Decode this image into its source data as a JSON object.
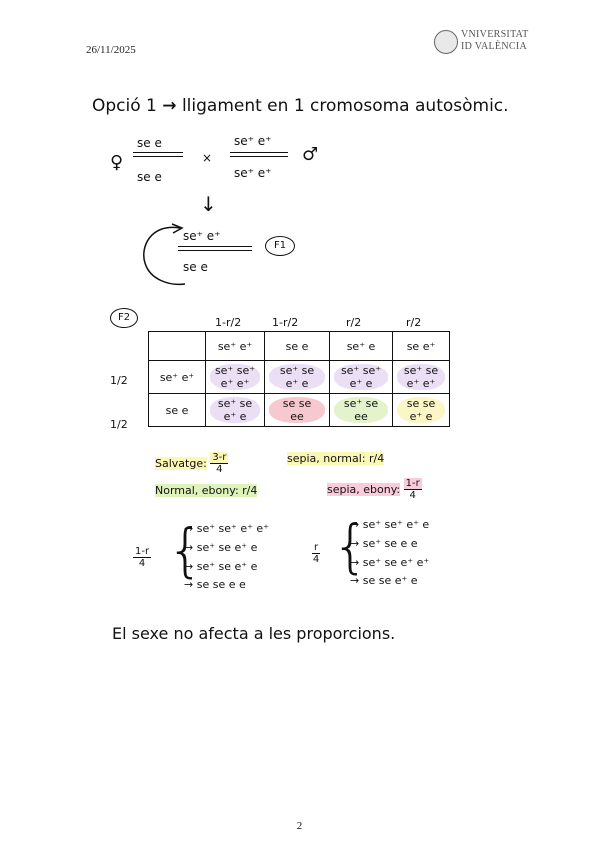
{
  "header": {
    "date": "26/11/2025",
    "logo_line1": "VNIVERSITAT",
    "logo_line2": "ID VALÈNCIA"
  },
  "footer": {
    "page_number": "2"
  },
  "title": {
    "text": "Opció 1",
    "arrow": "→",
    "rest": "lligament en 1 cromosoma autosòmic."
  },
  "cross": {
    "female_symbol": "♀",
    "male_symbol": "♂",
    "times": "×",
    "female_top": "se  e",
    "female_bottom": "se  e",
    "male_top": "se⁺  e⁺",
    "male_bottom": "se⁺  e⁺",
    "down_arrow": "↓"
  },
  "f1": {
    "top": "se⁺    e⁺",
    "bottom": "se      e",
    "label": "F1"
  },
  "f2": {
    "label": "F2",
    "col_headers": [
      "1-r/2",
      "1-r/2",
      "r/2",
      "r/2"
    ],
    "gametes_top": [
      "se⁺ e⁺",
      "se  e",
      "se⁺ e",
      "se e⁺"
    ],
    "rows": [
      {
        "freq": "1/2",
        "gamete": "se⁺ e⁺",
        "cells": [
          [
            "se⁺ se⁺",
            "e⁺  e⁺"
          ],
          [
            "se⁺  se",
            "e⁺  e"
          ],
          [
            "se⁺ se⁺",
            "e⁺  e"
          ],
          [
            "se⁺ se",
            "e⁺  e⁺"
          ]
        ]
      },
      {
        "freq": "1/2",
        "gamete": "se  e",
        "cells": [
          [
            "se⁺ se",
            "e⁺  e"
          ],
          [
            "se se",
            "ee"
          ],
          [
            "se⁺ se",
            "ee"
          ],
          [
            "se se",
            "e⁺ e"
          ]
        ]
      }
    ],
    "colors": {
      "purple": "#d9c4ec",
      "pink": "#f19ca6",
      "green": "#cdeaa3",
      "yellow": "#f5ef95"
    }
  },
  "ratios": {
    "salvatge_label": "Salvatge:",
    "salvatge_num": "3-r",
    "salvatge_den": "4",
    "sepia_normal": "sepia, normal: r/4",
    "normal_ebony": "Normal, ebony: r/4",
    "sepia_ebony_label": "sepia, ebony:",
    "sepia_ebony_num": "1-r",
    "sepia_ebony_den": "4"
  },
  "groups": [
    {
      "num": "1-r",
      "den": "4",
      "items": [
        "se⁺ se⁺ e⁺ e⁺",
        "se⁺ se  e⁺ e",
        "se⁺ se  e⁺ e",
        "se  se  e  e"
      ]
    },
    {
      "num": "r",
      "den": "4",
      "items": [
        "se⁺ se⁺ e⁺ e",
        "se⁺ se  e  e",
        "se⁺ se  e⁺ e⁺",
        "se  se  e⁺ e"
      ]
    }
  ],
  "closing": "El sexe no afecta a les proporcions."
}
